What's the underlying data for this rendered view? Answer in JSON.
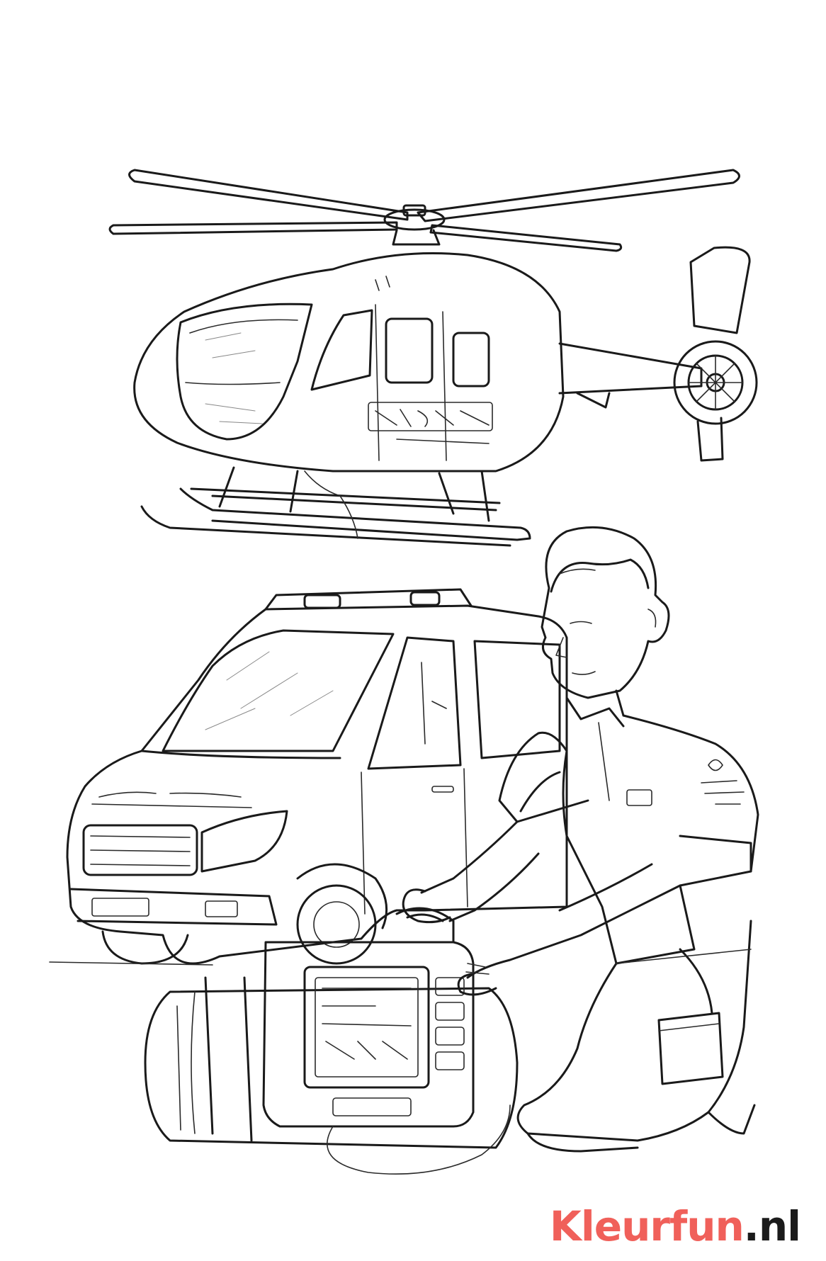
{
  "logo": {
    "brand": "Kleurfun",
    "tld": ".nl",
    "brand_color": "#f0605a",
    "tld_color": "#1b1b1b"
  },
  "illustration": {
    "style": "black line-art coloring page",
    "ink_color": "#1a1a1a"
  }
}
